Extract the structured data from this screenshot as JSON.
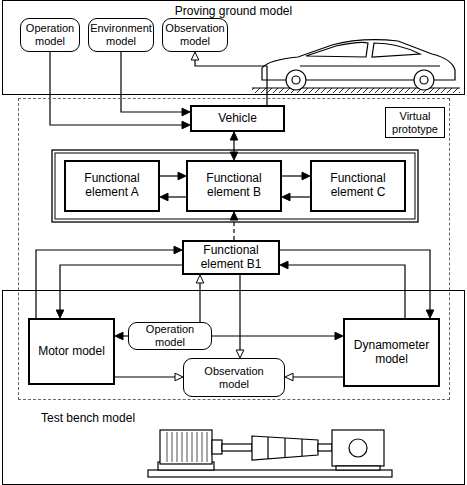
{
  "diagram": {
    "nodes": [
      {
        "text": [
          "Proving ground model"
        ]
      },
      {
        "text": [
          "Operation model"
        ],
        "in": 0
      },
      {
        "text": [
          "Environment model"
        ],
        "in": 0
      },
      {
        "text": [
          "Observation model"
        ],
        "in": 0
      },
      {
        "text": [
          "Virtual prototype"
        ]
      },
      {
        "text": [
          "Vehicle"
        ],
        "in": 4
      },
      {
        "text": [
          "Functional element A"
        ],
        "in": 4
      },
      {
        "text": [
          "Functional element B"
        ],
        "in": 4
      },
      {
        "text": [
          "Functional element C"
        ],
        "in": 4
      },
      {
        "text": [
          "Functional element B1"
        ],
        "in": 4
      },
      {
        "text": [
          "Test bench model"
        ]
      },
      {
        "text": [
          "Motor model"
        ],
        "in": 10
      },
      {
        "text": [
          "Operation model"
        ],
        "in": 10
      },
      {
        "text": [
          "Observation model"
        ],
        "in": 10
      },
      {
        "text": [
          "Dynamometer model"
        ],
        "in": 10
      }
    ],
    "edges": [
      {
        "from": 1,
        "to": 5,
        "arrow": "to"
      },
      {
        "from": 2,
        "to": 5,
        "arrow": "to"
      },
      {
        "from": 5,
        "to": 3,
        "arrow": "to"
      },
      {
        "from": 5,
        "to": 7,
        "arrow": "both"
      },
      {
        "from": 6,
        "to": 7,
        "arrow": "to"
      },
      {
        "from": 7,
        "to": 6,
        "arrow": "to"
      },
      {
        "from": 7,
        "to": 8,
        "arrow": "to"
      },
      {
        "from": 8,
        "to": 7,
        "arrow": "to"
      },
      {
        "from": 9,
        "to": 7,
        "arrow": "to"
      },
      {
        "from": 11,
        "to": 9,
        "arrow": "to"
      },
      {
        "from": 9,
        "to": 11,
        "arrow": "to"
      },
      {
        "from": 9,
        "to": 14,
        "arrow": "to"
      },
      {
        "from": 14,
        "to": 9,
        "arrow": "to"
      },
      {
        "from": 12,
        "to": 9,
        "arrow": "to"
      },
      {
        "from": 12,
        "to": 11,
        "arrow": "to"
      },
      {
        "from": 12,
        "to": 14,
        "arrow": "to"
      },
      {
        "from": 9,
        "to": 13,
        "arrow": "to"
      },
      {
        "from": 11,
        "to": 13,
        "arrow": "to"
      },
      {
        "from": 14,
        "to": 13,
        "arrow": "to"
      }
    ]
  }
}
